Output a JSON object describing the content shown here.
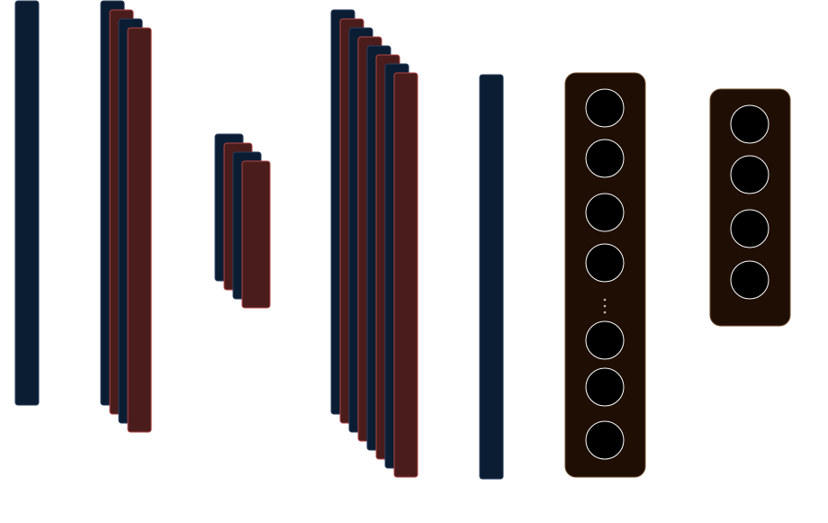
{
  "colors": {
    "feature_map_dark": "#0b1d33",
    "feature_map_red": "#4a1d1c",
    "dense_panel": "#1e0e04",
    "neuron_fill": "#000000",
    "neuron_stroke": "#ffffff"
  },
  "diagram": {
    "kind": "cnn-architecture",
    "blocks": [
      {
        "name": "input-layer",
        "type": "feature-map-stack",
        "maps": 1
      },
      {
        "name": "conv-block-1",
        "type": "feature-map-stack",
        "maps": 4
      },
      {
        "name": "pool-block-1",
        "type": "feature-map-stack",
        "maps": 4
      },
      {
        "name": "conv-block-2",
        "type": "feature-map-stack",
        "maps": 8
      },
      {
        "name": "flatten-layer",
        "type": "feature-map-stack",
        "maps": 1
      },
      {
        "name": "dense-layer-1",
        "type": "dense",
        "neurons_shown": 7,
        "has_ellipsis": true
      },
      {
        "name": "output-layer",
        "type": "dense",
        "neurons_shown": 4,
        "has_ellipsis": false
      }
    ]
  }
}
